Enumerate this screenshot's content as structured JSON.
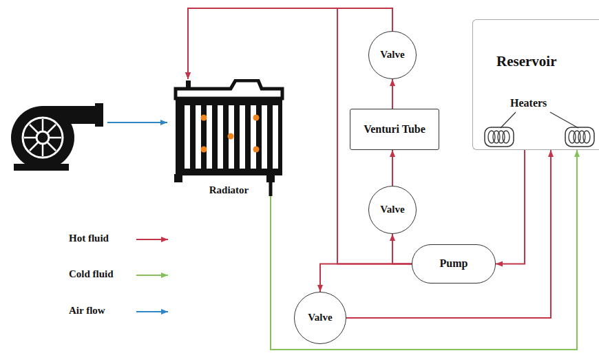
{
  "diagram": {
    "nodes": [
      {
        "text": [
          "Reservoir",
          "Heaters"
        ]
      },
      {
        "text": [
          "Valve"
        ]
      },
      {
        "text": [
          "Radiator"
        ]
      },
      {
        "text": [
          "Venturi Tube"
        ]
      },
      {
        "text": [
          "Valve"
        ]
      },
      {
        "text": [
          "Pump"
        ]
      },
      {
        "text": [
          "Valve"
        ]
      }
    ],
    "edges": [
      {
        "from": 0,
        "to": 5,
        "arrow": "to"
      },
      {
        "from": 5,
        "to": 4,
        "arrow": "to"
      },
      {
        "from": 5,
        "to": 2,
        "arrow": "to"
      },
      {
        "from": 5,
        "to": 6,
        "arrow": "to"
      },
      {
        "from": 4,
        "to": 3,
        "arrow": "to"
      },
      {
        "from": 3,
        "to": 1,
        "arrow": "to"
      },
      {
        "from": 1,
        "to": 2,
        "arrow": "to"
      },
      {
        "from": 6,
        "to": 0,
        "arrow": "to"
      },
      {
        "from": 2,
        "to": 0,
        "arrow": "to"
      }
    ],
    "legend": [
      {
        "text": "Hot fluid"
      },
      {
        "text": "Cold fluid"
      },
      {
        "text": "Air flow"
      }
    ]
  }
}
